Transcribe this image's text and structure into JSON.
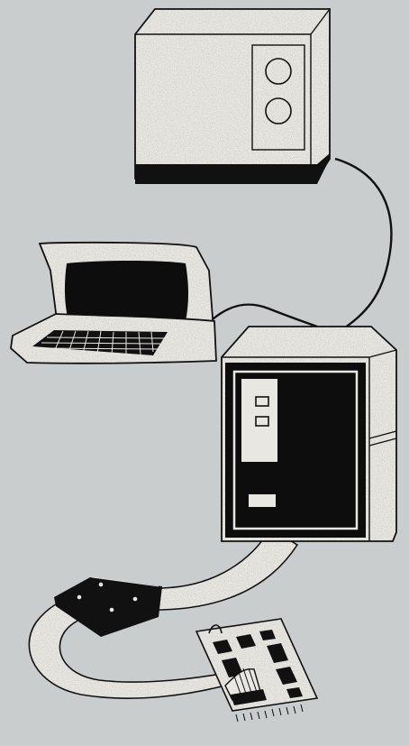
{
  "illustration": {
    "subject": "",
    "colors": {
      "background": "#c9cdcd",
      "speckle_base": "#e9e7e2",
      "ink": "#111111",
      "screen": "#0d0d0d"
    },
    "components": [
      {
        "id": "disk-drive-unit",
        "icon": "cabinet-with-two-dials"
      },
      {
        "id": "video-terminal",
        "icon": "crt-terminal-with-keyboard"
      },
      {
        "id": "system-cabinet",
        "icon": "cabinet-with-front-panel"
      },
      {
        "id": "ribbon-cable-connector",
        "icon": "black-square-connector"
      },
      {
        "id": "interface-circuit-board",
        "icon": "pcb-with-chips"
      }
    ]
  }
}
